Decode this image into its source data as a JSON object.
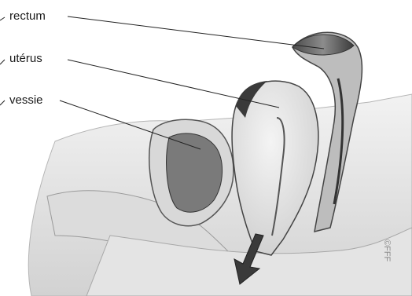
{
  "labels": {
    "rectum": "rectum",
    "uterus": "utérus",
    "vessie": "vessie"
  },
  "copyright": "©FFF",
  "colors": {
    "label_text": "#1a1a1a",
    "leader_line": "#222222",
    "tissue_light": "#e9e9e9",
    "tissue_mid": "#bdbdbd",
    "tissue_dark": "#3e3e3e",
    "arrow": "#3a3a3a"
  }
}
